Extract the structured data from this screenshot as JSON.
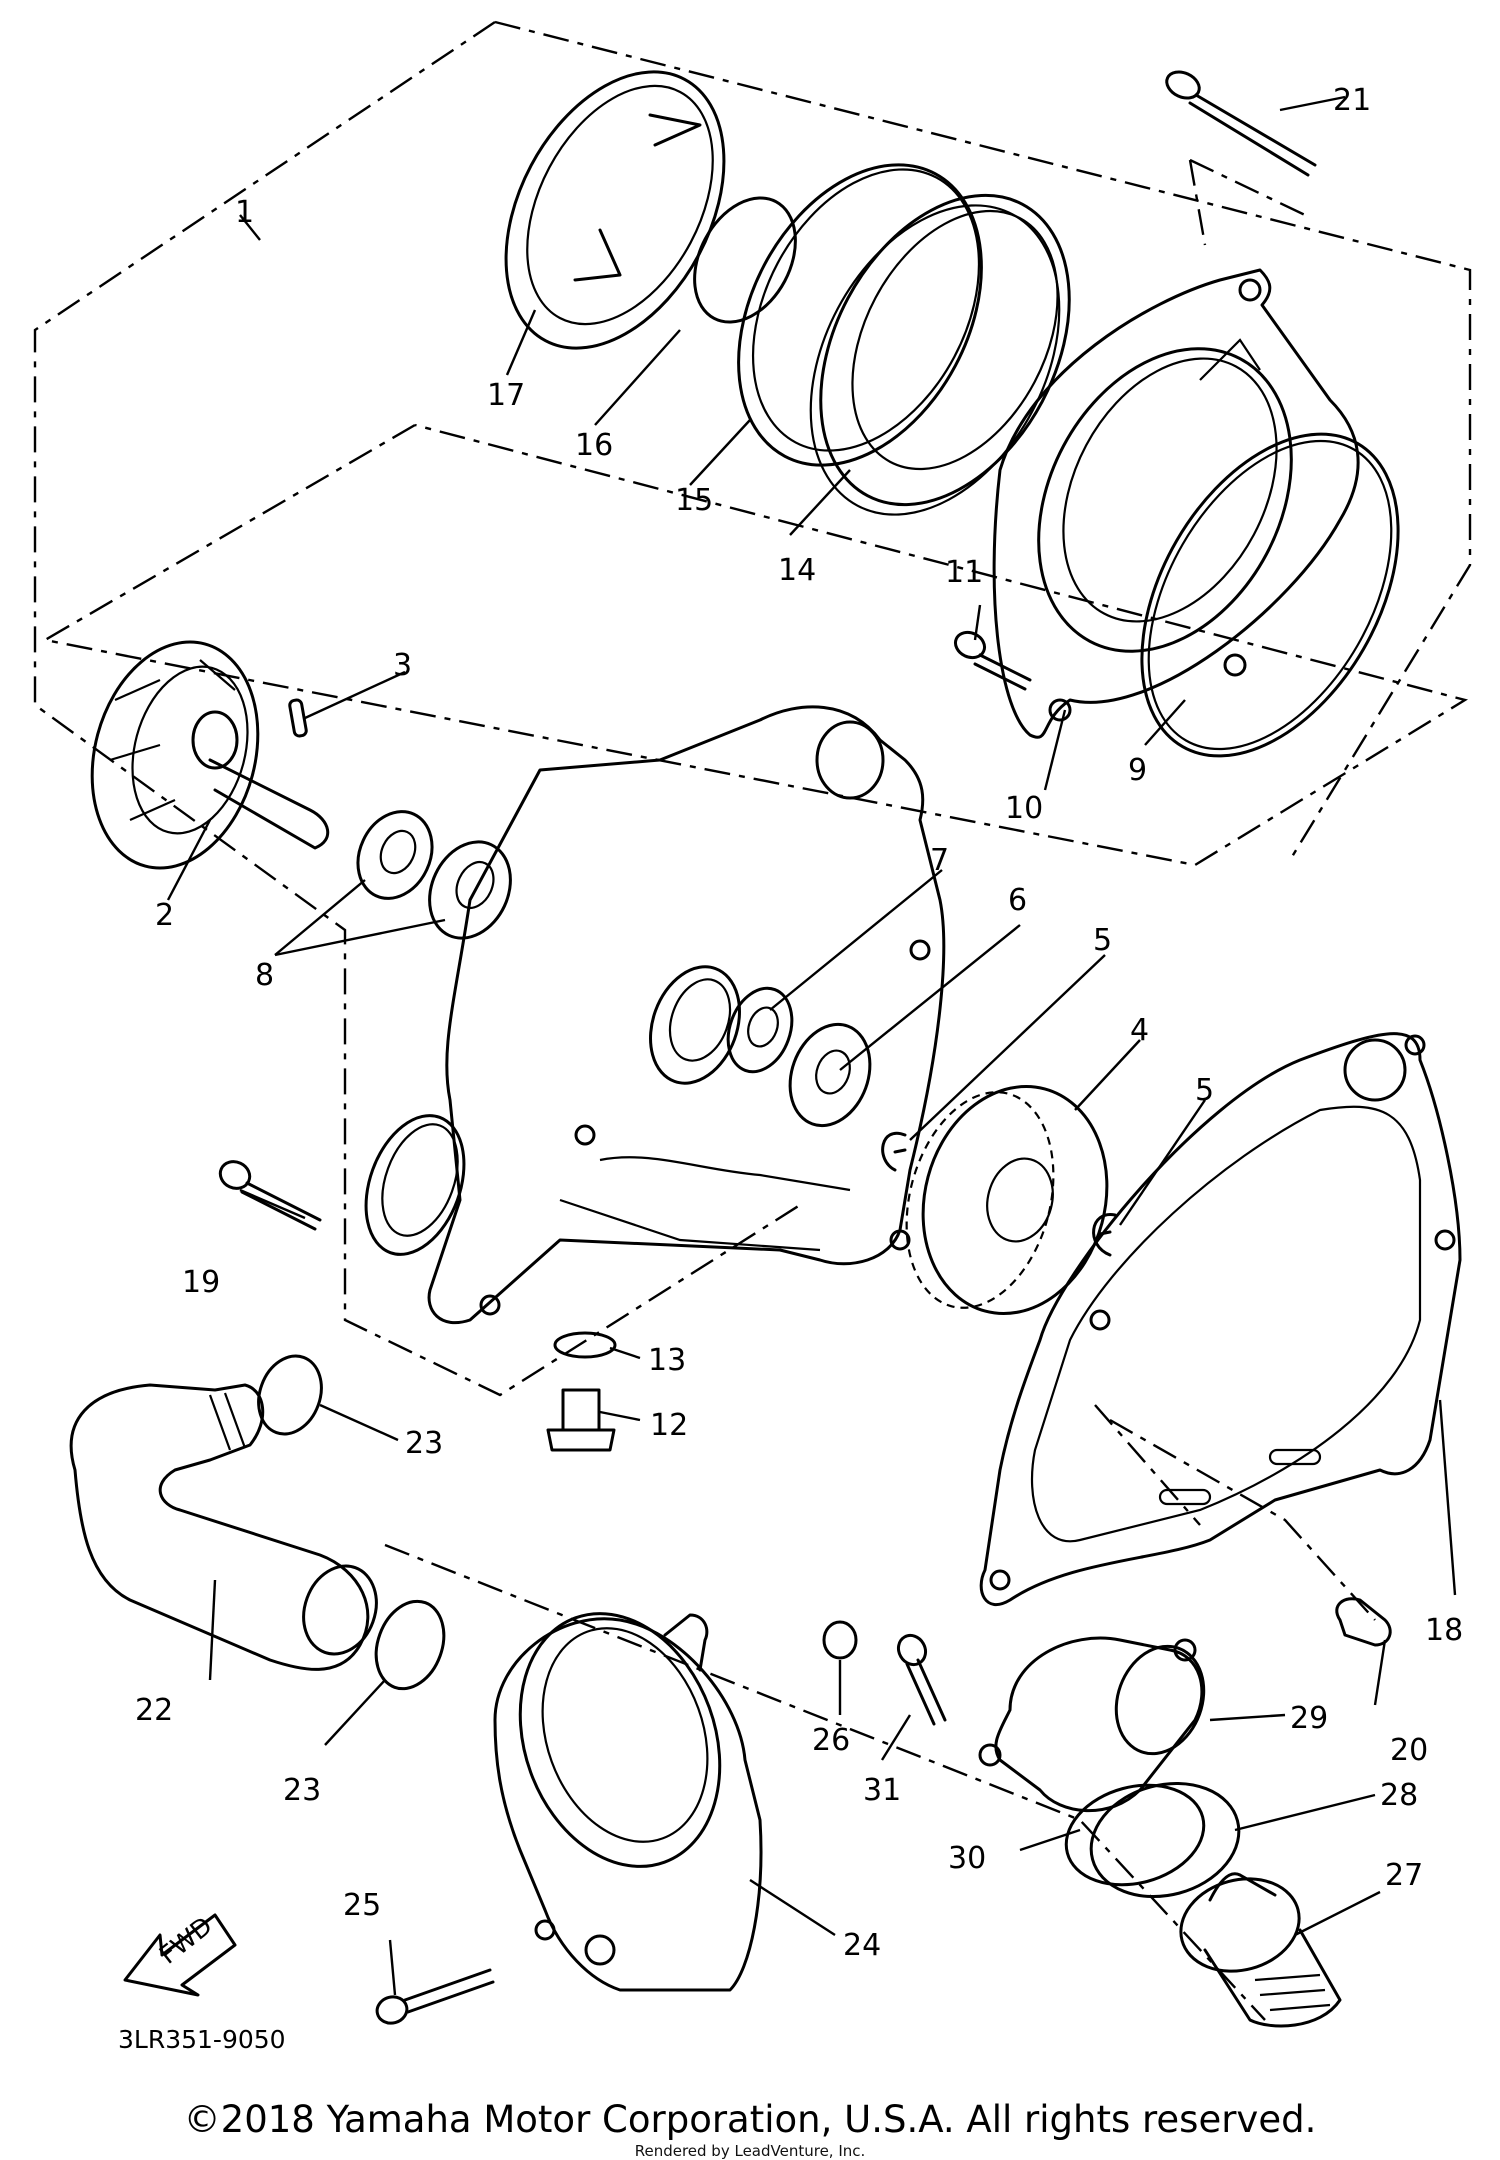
{
  "diagram": {
    "part_code": "3LR351-9050",
    "fwd_label": "FWD",
    "callouts": [
      "1",
      "2",
      "3",
      "4",
      "5",
      "5",
      "6",
      "7",
      "8",
      "9",
      "10",
      "11",
      "12",
      "13",
      "14",
      "15",
      "16",
      "17",
      "18",
      "19",
      "20",
      "21",
      "22",
      "23",
      "23",
      "24",
      "25",
      "26",
      "27",
      "28",
      "29",
      "30",
      "31"
    ]
  },
  "footer": {
    "copyright": "©2018 Yamaha Motor Corporation, U.S.A. All rights reserved.",
    "rendered_by": "Rendered by LeadVenture, Inc."
  }
}
